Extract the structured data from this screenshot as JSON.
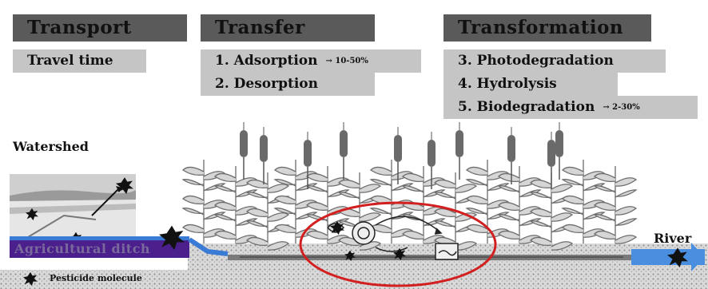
{
  "headers": {
    "transport": {
      "title": "Transport",
      "items": [
        "Travel time"
      ]
    },
    "transfer": {
      "title": "Transfer",
      "items": [
        "1. Adsorption",
        "2. Desorption"
      ],
      "adsorption_range": "→ 10-50%"
    },
    "transformation": {
      "title": "Transformation",
      "items": [
        "3. Photodegradation",
        "4. Hydrolysis",
        "5. Biodegradation"
      ],
      "biodegradation_range": "→ 2-30%"
    }
  },
  "labels": {
    "watershed": "Watershed",
    "ditch": "Agricultural ditch",
    "river": "River",
    "legend": "Pesticide molecule"
  },
  "colors": {
    "header_dark": "#5a5a5a",
    "header_light": "#c5c5c5",
    "ditch_purple": "#4b1f8c",
    "water_blue": "#3a7bd5",
    "ellipse_red": "#d21f1f",
    "pesticide": "#111111"
  }
}
